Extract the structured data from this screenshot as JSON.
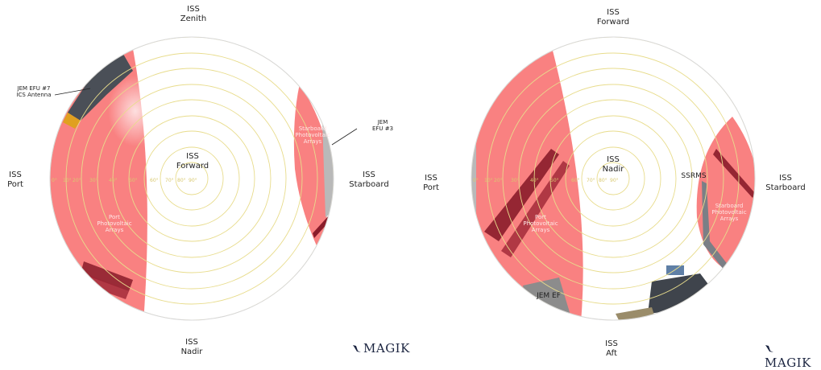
{
  "left": {
    "top": {
      "line1": "ISS",
      "line2": "Zenith"
    },
    "left": {
      "line1": "ISS",
      "line2": "Port"
    },
    "right": {
      "line1": "ISS",
      "line2": "Starboard"
    },
    "bottom": {
      "line1": "ISS",
      "line2": "Nadir"
    },
    "center": {
      "line1": "ISS",
      "line2": "Forward"
    },
    "callout_left": {
      "line1": "JEM EFU #7",
      "line2": "ICS Antenna"
    },
    "callout_right": {
      "line1": "JEM",
      "line2": "EFU #3"
    },
    "array_port": {
      "line1": "Port",
      "line2": "Photovoltaic",
      "line3": "Arrays"
    },
    "array_starboard": {
      "line1": "Starboard",
      "line2": "Photovoltaic",
      "line3": "Arrays"
    },
    "brand": "MAGIK"
  },
  "right": {
    "top": {
      "line1": "ISS",
      "line2": "Forward"
    },
    "left": {
      "line1": "ISS",
      "line2": "Port"
    },
    "right": {
      "line1": "ISS",
      "line2": "Starboard"
    },
    "bottom": {
      "line1": "ISS",
      "line2": "Aft"
    },
    "center": {
      "line1": "ISS",
      "line2": "Nadir"
    },
    "ssrms": "SSRMS",
    "jem_ef": "JEM EF",
    "array_port": {
      "line1": "Port",
      "line2": "Photovoltaic",
      "line3": "Arrays"
    },
    "array_starboard": {
      "line1": "Starboard",
      "line2": "Photovoltaic",
      "line3": "Arrays"
    },
    "brand": "MAGIK"
  },
  "angle_labels": [
    "0°",
    "10°",
    "20°",
    "30°",
    "40°",
    "50°",
    "60°",
    "70°",
    "80°",
    "90°"
  ],
  "colors": {
    "array_fill": "#f98181",
    "array_dark": "#8a1c2a",
    "ring": "#e8dc8c",
    "structure_grey": "#b9b9b9",
    "dark_grey": "#4a4f57"
  }
}
